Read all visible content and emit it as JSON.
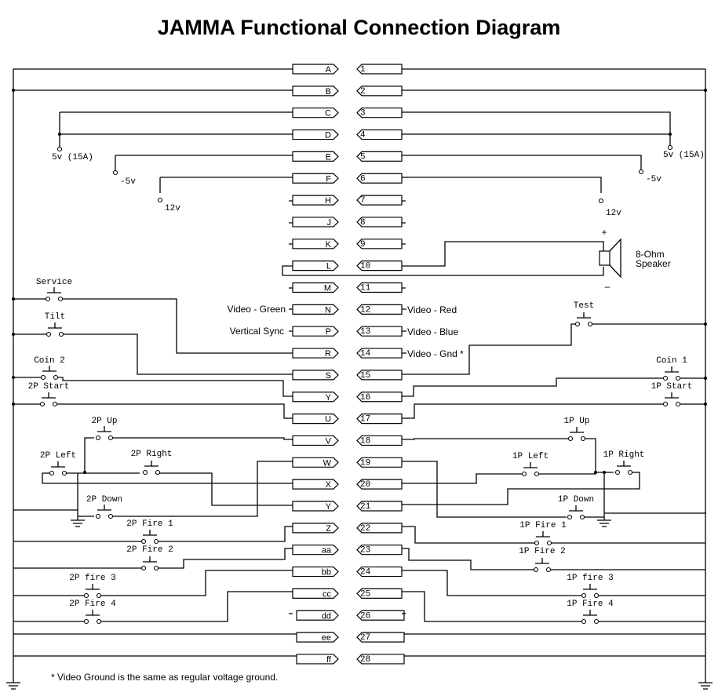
{
  "title": "JAMMA Functional Connection Diagram",
  "left_pins": [
    "A",
    "B",
    "C",
    "D",
    "E",
    "F",
    "H",
    "J",
    "K",
    "L",
    "M",
    "N",
    "P",
    "R",
    "S",
    "Y",
    "U",
    "V",
    "W",
    "X",
    "Y",
    "Z",
    "aa",
    "bb",
    "cc",
    "dd",
    "ee",
    "ff"
  ],
  "right_pins": [
    "1",
    "2",
    "3",
    "4",
    "5",
    "6",
    "7",
    "8",
    "9",
    "10",
    "11",
    "12",
    "13",
    "14",
    "15",
    "16",
    "17",
    "18",
    "19",
    "20",
    "21",
    "22",
    "23",
    "24",
    "25",
    "26",
    "27",
    "28"
  ],
  "power_labels": {
    "left_5v": "5v (15A)",
    "left_m5v": "-5v",
    "left_12v": "12v",
    "right_5v": "5v (15A)",
    "right_m5v": "-5v",
    "right_12v": "12v"
  },
  "signal_labels": {
    "video_green": "Video - Green",
    "vertical_sync": "Vertical Sync",
    "video_red": "Video - Red",
    "video_blue": "Video - Blue",
    "video_gnd": "Video - Gnd *"
  },
  "speaker": {
    "label_line1": "8-Ohm",
    "label_line2": "Speaker",
    "plus": "+",
    "minus": "–"
  },
  "switches_left": {
    "service": "Service",
    "tilt": "Tilt",
    "coin2": "Coin 2",
    "start2": "2P Start",
    "up2": "2P Up",
    "left2": "2P Left",
    "right2": "2P Right",
    "down2": "2P Down",
    "fire1_2": "2P Fire 1",
    "fire2_2": "2P Fire 2",
    "fire3_2": "2P fire 3",
    "fire4_2": "2P Fire 4"
  },
  "switches_right": {
    "test": "Test",
    "coin1": "Coin 1",
    "start1": "1P Start",
    "up1": "1P Up",
    "left1": "1P Left",
    "right1": "1P Right",
    "down1": "1P Down",
    "fire1_1": "1P Fire 1",
    "fire2_1": "1P Fire 2",
    "fire3_1": "1P fire 3",
    "fire4_1": "1P Fire 4"
  },
  "footnote": "* Video Ground is the same as regular voltage ground."
}
